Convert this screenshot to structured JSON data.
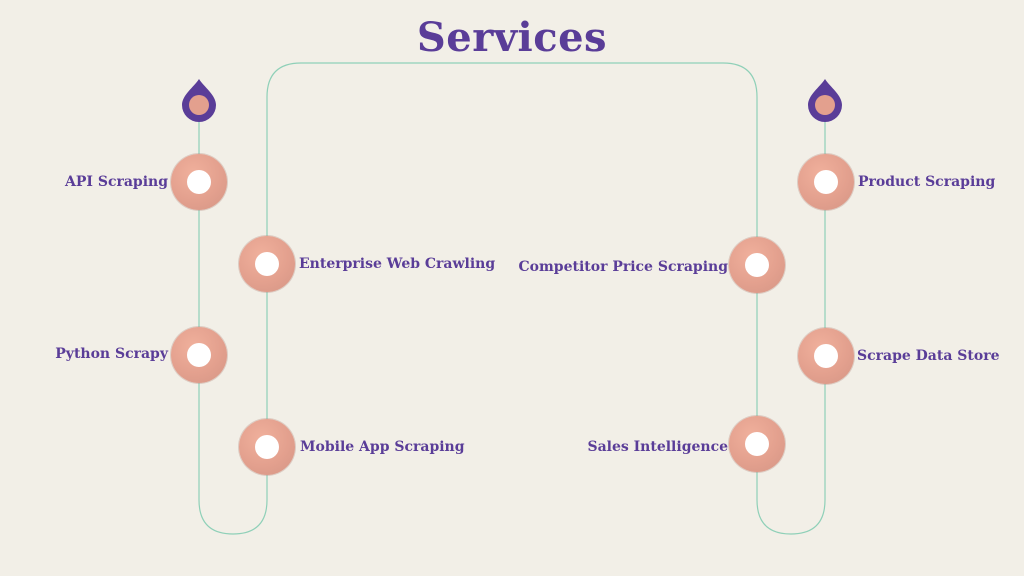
{
  "title": "Services",
  "colors": {
    "background": "#f2efe7",
    "accent": "#5a3d98",
    "line": "#8fd0b8",
    "node": "#e8a48f",
    "pin": "#5a3d98"
  },
  "services": [
    {
      "label": "API Scraping",
      "icon": "ring-icon"
    },
    {
      "label": "Enterprise Web Crawling",
      "icon": "ring-icon"
    },
    {
      "label": "Python Scrapy",
      "icon": "ring-icon"
    },
    {
      "label": "Mobile App Scraping",
      "icon": "ring-icon"
    },
    {
      "label": "Competitor Price Scraping",
      "icon": "ring-icon"
    },
    {
      "label": "Product Scraping",
      "icon": "ring-icon"
    },
    {
      "label": "Sales Intelligence",
      "icon": "ring-icon"
    },
    {
      "label": "Scrape Data Store",
      "icon": "ring-icon"
    }
  ],
  "pins": [
    "map-pin-icon",
    "map-pin-icon"
  ]
}
